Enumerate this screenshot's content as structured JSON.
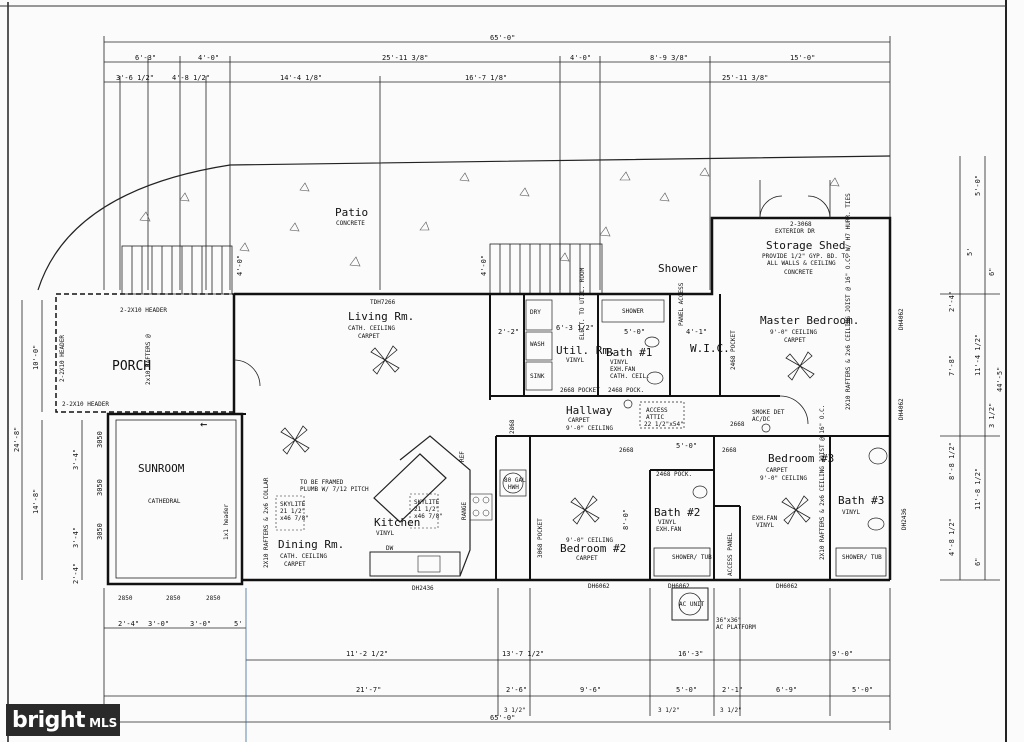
{
  "rooms": {
    "patio": {
      "name": "Patio",
      "sub": "CONCRETE"
    },
    "porch": {
      "name": "PORCH",
      "hdr1": "2-2X10 HEADER",
      "hdr2": "2-2X10 HEADER",
      "hdr3": "2-2X10 HEADER",
      "rafters": "2x10 RAFTERS @"
    },
    "sunroom": {
      "name": "SUNROOM",
      "sub": "CATHEDRAL",
      "hdr": "1x1 header"
    },
    "living": {
      "name": "Living Rm.",
      "sub1": "CATH. CEILING",
      "sub2": "CARPET",
      "door": "TDH7266"
    },
    "dining": {
      "name": "Dining Rm.",
      "sub1": "CATH. CEILING",
      "sub2": "CARPET",
      "note1": "TO BE FRAMED",
      "note2": "PLUMB W/ 7/12 PITCH",
      "sky1": "SKYLITE",
      "sky2": "21 1/2\"",
      "sky3": "x46 7/8\"",
      "rafters": "2X10 RAFTERS & 2x6 COLLAR"
    },
    "kitchen": {
      "name": "Kitchen",
      "sub": "VINYL",
      "sky1": "SKYLITE",
      "sky2": "21 1/2\"",
      "sky3": "x46 7/8\"",
      "range": "RANGE",
      "dw": "DW",
      "ref": "REF"
    },
    "storage": {
      "name": "Storage Shed",
      "door": "2-3068",
      "door2": "EXTERIOR DR",
      "note1": "PROVIDE 1/2\" GYP. BD. TO",
      "note2": "ALL WALLS & CEILING",
      "note3": "CONCRETE"
    },
    "shower": {
      "name": "Shower"
    },
    "util": {
      "name": "Util. Rm.",
      "sub": "VINYL",
      "dry": "DRY",
      "wash": "WASH",
      "sink": "SINK",
      "pocket": "2668 POCKET"
    },
    "bath1": {
      "name": "Bath #1",
      "sub1": "VINYL",
      "sub2": "EXH.FAN",
      "sub3": "CATH. CEIL.",
      "shower": "SHOWER",
      "pocket": "2468 POCK."
    },
    "wic": {
      "name": "W.I.C.",
      "panel": "PANEL ACCESS"
    },
    "master": {
      "name": "Master Bedroom.",
      "sub1": "9'-0\" CEILING",
      "sub2": "CARPET",
      "rafters": "2X10 RAFTERS & 2x6 CEILING JOIST @ 16\" O.C. W/ H7 HURR. TIES",
      "pocket": "2468 POCKET"
    },
    "hallway": {
      "name": "Hallway",
      "sub1": "CARPET",
      "sub2": "9'-0\" CEILING",
      "attic1": "ACCESS",
      "attic2": "ATTIC",
      "attic3": "22 1/2\"x54\"",
      "smoke": "SMOKE DET",
      "acdc": "AC/DC"
    },
    "bedroom2": {
      "name": "Bedroom #2",
      "sub1": "9'-0\" CEILING",
      "sub2": "CARPET",
      "pocket": "3068 POCKET",
      "hwh1": "80 GAL",
      "hwh2": "HWH"
    },
    "bath2": {
      "name": "Bath #2",
      "sub1": "VINYL",
      "sub2": "EXH.FAN",
      "tub": "SHOWER/ TUB",
      "pocket": "2468 POCK."
    },
    "bedroom3": {
      "name": "Bedroom #3",
      "sub1": "CARPET",
      "sub2": "9'-0\" CEILING",
      "sub3": "EXH.FAN",
      "sub4": "VINYL",
      "rafters": "2X10 RAFTERS & 2x6 CEILING JOIST @ 16\" O.C.",
      "panel": "ACCESS PANEL"
    },
    "bath3": {
      "name": "Bath #3",
      "sub": "VINYL",
      "tub": "SHOWER/ TUB"
    },
    "ac": {
      "name": "AC UNIT",
      "platform": "36\"x36\"",
      "platform2": "AC PLATFORM"
    }
  },
  "doors": [
    "2668",
    "2668",
    "2468 POCK.",
    "2668",
    "2868",
    "DH6062",
    "DH6062",
    "DH6062",
    "DH2436",
    "DH2436",
    "DH4062",
    "DH4062",
    "2850",
    "2850",
    "2850"
  ],
  "dims_top": {
    "overall": "65'-0\"",
    "r1a": "6'-3\"",
    "r1b": "4'-0\"",
    "r1c": "25'-11 3/8\"",
    "r1d": "4'-0\"",
    "r1e": "8'-9 3/8\"",
    "r1f": "15'-0\"",
    "r2a": "3'-6 1/2\"",
    "r2b": "4'-8 1/2\"",
    "r2c": "14'-4 1/8\"",
    "r2d": "16'-7 1/8\"",
    "r2e": "25'-11 3/8\""
  },
  "dims_bottom": {
    "b1a": "2'-4\"",
    "b1b": "3'-0\"",
    "b1c": "3'-0\"",
    "b1d": "5'",
    "b2a": "11'-2 1/2\"",
    "b2b": "13'-7 1/2\"",
    "b2c": "16'-3\"",
    "b2d": "9'-0\"",
    "b3a": "21'-7\"",
    "b3b": "2'-6\"",
    "b3c": "9'-6\"",
    "b3d": "5'-0\"",
    "b3e": "2'-1\"",
    "b3f": "6'-9\"",
    "b3g": "5'-0\"",
    "overall": "65'-0\"",
    "q1": "3 1/2\"",
    "q2": "3 1/2\"",
    "q3": "3 1/2\""
  },
  "dims_left": {
    "a": "10'-0\"",
    "b": "24'-8\"",
    "c": "14'-8\"",
    "d": "3050",
    "e": "3050",
    "f": "3050",
    "g": "3'-4\"",
    "h": "3'-4\"",
    "i": "2'-4\""
  },
  "dims_right": {
    "a": "5'-0\"",
    "b": "5'",
    "c": "6\"",
    "d": "2'-4\"",
    "e": "7'-8\"",
    "f": "11'-4 1/2\"",
    "g": "44'-5\"",
    "h": "3 1/2\"",
    "i": "8'-8 1/2\"",
    "j": "11'-8 1/2\"",
    "k": "4'-8 1/2\"",
    "l": "6\""
  },
  "misc": {
    "hallway_dim": "5'-0\"",
    "bed2_dim": "8'-0\"",
    "bath1_dim": "5'-0\"",
    "wic_dim": "4'-1\"",
    "util_dim": "6'-3 1/2\"",
    "util_dim2": "2'-2\"",
    "stair_dim": "4'-0\"",
    "pat_dim": "4'-0\"",
    "eltr": "ELECT. TO UTIL. ROOM"
  },
  "watermark": {
    "logo": "bright",
    "sub": "MLS"
  }
}
